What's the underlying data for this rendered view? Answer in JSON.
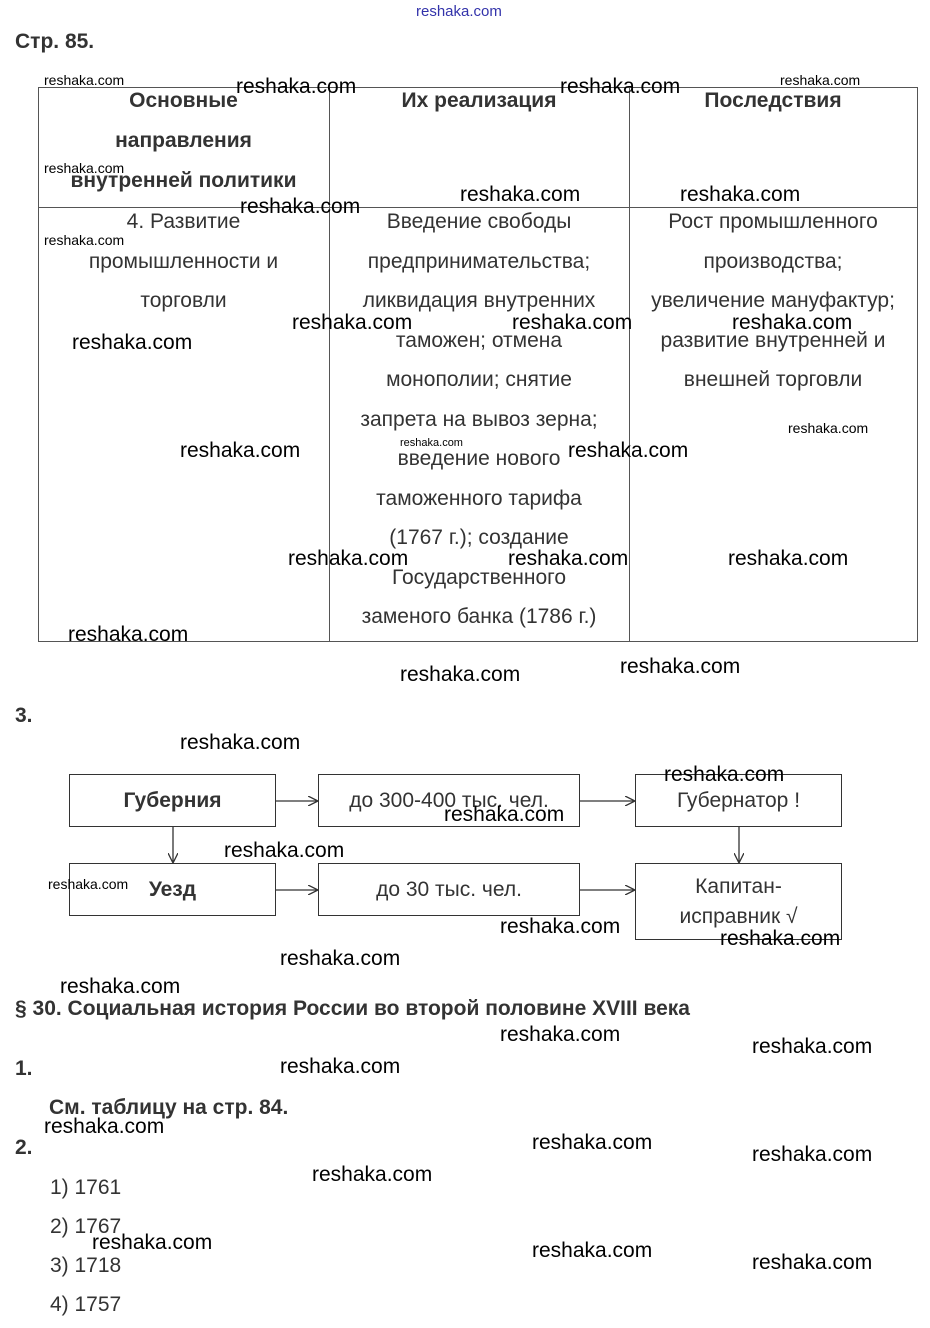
{
  "site_watermark": "reshaka.com",
  "page_ref": "Стр. 85.",
  "table": {
    "headers": [
      "Основные направления внутренней политики",
      "Их реализация",
      "Последствия"
    ],
    "header_lines": [
      [
        "Основные",
        "направления",
        "внутренней политики"
      ],
      [
        "Их реализация"
      ],
      [
        "Последствия"
      ]
    ],
    "row": {
      "col1_lines": [
        "4. Развитие",
        "промышленности и",
        "торговли"
      ],
      "col2_lines": [
        "Введение свободы",
        "предпринимательства;",
        "ликвидация внутренних",
        "таможен; отмена",
        "монополии; снятие",
        "запрета на вывоз зерна;",
        "введение нового",
        "таможенного тарифа",
        "(1767 г.); создание",
        "Государственного",
        "заменого банка (1786 г.)"
      ],
      "col3_lines": [
        "Рост промышленного",
        "производства;",
        "увеличение мануфактур;",
        "развитие внутренней и",
        "внешней торговли"
      ]
    }
  },
  "task3": {
    "number": "3.",
    "boxes": {
      "guberniya": "Губерния",
      "pop_guberniya": "до 300-400 тыс. чел.",
      "gubernator": "Губернатор !",
      "uezd": "Уезд",
      "pop_uezd": "до 30 тыс. чел.",
      "kapitan_line1": "Капитан-",
      "kapitan_line2": "исправник √"
    }
  },
  "section": {
    "title": "§ 30. Социальная история России во второй половине XVIII века",
    "task1_number": "1.",
    "task1_text": "См. таблицу на стр. 84.",
    "task2_number": "2.",
    "answers": [
      "1) 1761",
      "2) 1767",
      "3) 1718",
      "4) 1757"
    ]
  }
}
